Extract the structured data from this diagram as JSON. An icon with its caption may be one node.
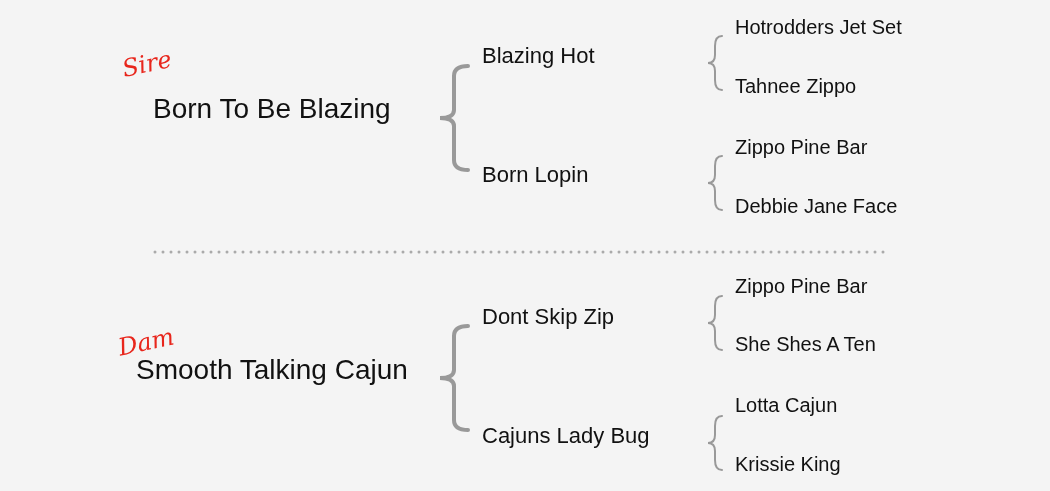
{
  "diagram": {
    "nodes": [
      {
        "text": [
          "Born To Be Blazing"
        ],
        "beside": [
          "Sire"
        ]
      },
      {
        "text": [
          "Blazing Hot"
        ]
      },
      {
        "text": [
          "Born Lopin"
        ]
      },
      {
        "text": [
          "Hotrodders Jet Set"
        ]
      },
      {
        "text": [
          "Tahnee Zippo"
        ]
      },
      {
        "text": [
          "Zippo Pine Bar"
        ]
      },
      {
        "text": [
          "Debbie Jane Face"
        ]
      },
      {
        "text": [
          "Smooth Talking Cajun"
        ],
        "beside": [
          "Dam"
        ]
      },
      {
        "text": [
          "Dont Skip Zip"
        ]
      },
      {
        "text": [
          "Cajuns Lady Bug"
        ]
      },
      {
        "text": [
          "Zippo Pine Bar"
        ]
      },
      {
        "text": [
          "She Shes A Ten"
        ]
      },
      {
        "text": [
          "Lotta Cajun"
        ]
      },
      {
        "text": [
          "Krissie King"
        ]
      }
    ]
  }
}
